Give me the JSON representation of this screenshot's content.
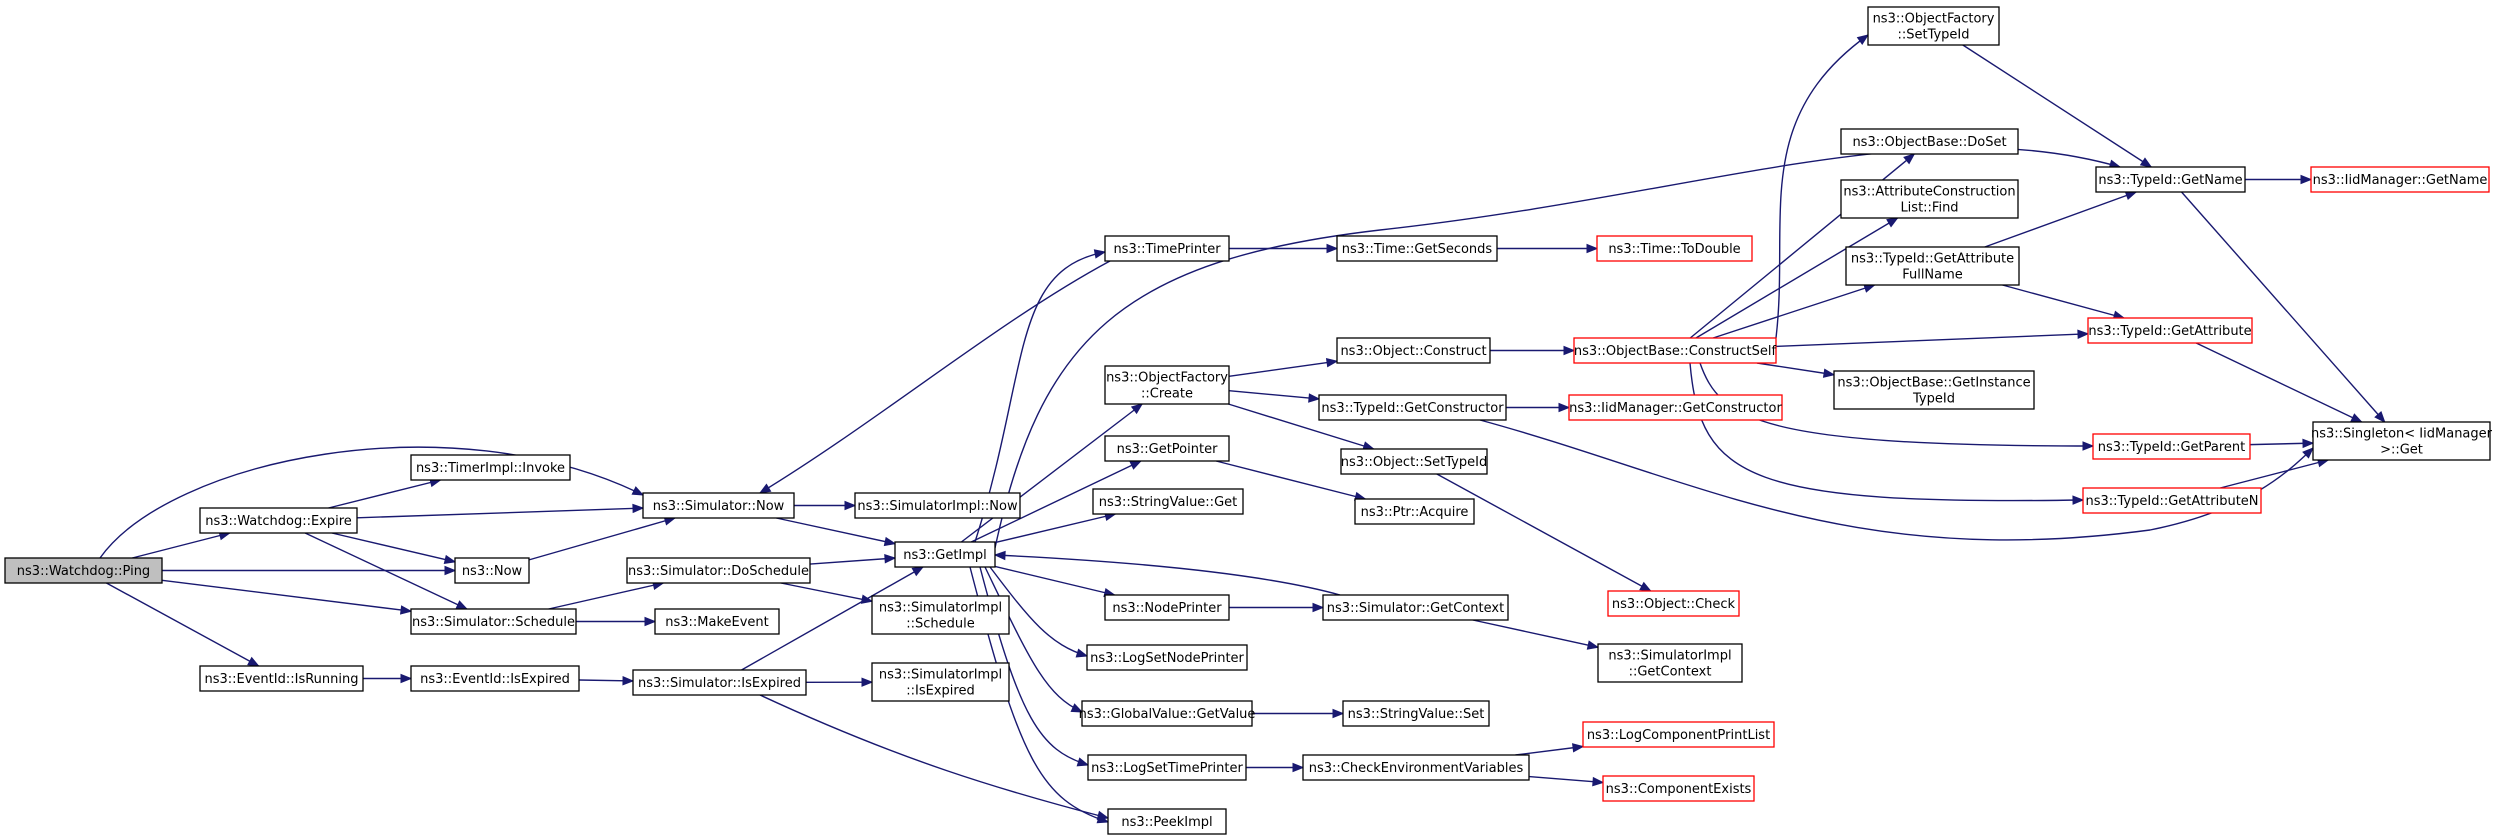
{
  "colors": {
    "edge": "#191970",
    "border": "#000000",
    "truncated_border": "#ff0000",
    "root_fill": "#bfbfbf",
    "fill": "#ffffff"
  },
  "nodes": [
    {
      "id": "ping",
      "lines": [
        "ns3::Watchdog::Ping"
      ],
      "root": true
    },
    {
      "id": "expire",
      "lines": [
        "ns3::Watchdog::Expire"
      ]
    },
    {
      "id": "isrunning",
      "lines": [
        "ns3::EventId::IsRunning"
      ]
    },
    {
      "id": "timerinvoke",
      "lines": [
        "ns3::TimerImpl::Invoke"
      ]
    },
    {
      "id": "now",
      "lines": [
        "ns3::Now"
      ]
    },
    {
      "id": "schedule",
      "lines": [
        "ns3::Simulator::Schedule"
      ]
    },
    {
      "id": "eidexpired",
      "lines": [
        "ns3::EventId::IsExpired"
      ]
    },
    {
      "id": "simnow",
      "lines": [
        "ns3::Simulator::Now"
      ]
    },
    {
      "id": "doschedule",
      "lines": [
        "ns3::Simulator::DoSchedule"
      ]
    },
    {
      "id": "makeevent",
      "lines": [
        "ns3::MakeEvent"
      ]
    },
    {
      "id": "simexpired",
      "lines": [
        "ns3::Simulator::IsExpired"
      ]
    },
    {
      "id": "implnow",
      "lines": [
        "ns3::SimulatorImpl::Now"
      ]
    },
    {
      "id": "getimpl",
      "lines": [
        "ns3::GetImpl"
      ]
    },
    {
      "id": "implschedule",
      "lines": [
        "ns3::SimulatorImpl",
        "::Schedule"
      ]
    },
    {
      "id": "implexpired",
      "lines": [
        "ns3::SimulatorImpl",
        "::IsExpired"
      ]
    },
    {
      "id": "timeprinter",
      "lines": [
        "ns3::TimePrinter"
      ]
    },
    {
      "id": "ofcreate",
      "lines": [
        "ns3::ObjectFactory",
        "::Create"
      ]
    },
    {
      "id": "getpointer",
      "lines": [
        "ns3::GetPointer"
      ]
    },
    {
      "id": "svget",
      "lines": [
        "ns3::StringValue::Get"
      ]
    },
    {
      "id": "nodeprinter",
      "lines": [
        "ns3::NodePrinter"
      ]
    },
    {
      "id": "logsetnp",
      "lines": [
        "ns3::LogSetNodePrinter"
      ]
    },
    {
      "id": "gvgetvalue",
      "lines": [
        "ns3::GlobalValue::GetValue"
      ]
    },
    {
      "id": "logsettp",
      "lines": [
        "ns3::LogSetTimePrinter"
      ]
    },
    {
      "id": "peekimpl",
      "lines": [
        "ns3::PeekImpl"
      ]
    },
    {
      "id": "getseconds",
      "lines": [
        "ns3::Time::GetSeconds"
      ]
    },
    {
      "id": "objconstruct",
      "lines": [
        "ns3::Object::Construct"
      ]
    },
    {
      "id": "tidgetctor",
      "lines": [
        "ns3::TypeId::GetConstructor"
      ]
    },
    {
      "id": "objsettid",
      "lines": [
        "ns3::Object::SetTypeId"
      ]
    },
    {
      "id": "ptracquire",
      "lines": [
        "ns3::Ptr::Acquire"
      ]
    },
    {
      "id": "simgetctx",
      "lines": [
        "ns3::Simulator::GetContext"
      ]
    },
    {
      "id": "svset",
      "lines": [
        "ns3::StringValue::Set"
      ]
    },
    {
      "id": "checkenv",
      "lines": [
        "ns3::CheckEnvironmentVariables"
      ]
    },
    {
      "id": "todouble",
      "lines": [
        "ns3::Time::ToDouble"
      ],
      "red": true
    },
    {
      "id": "constructself",
      "lines": [
        "ns3::ObjectBase::ConstructSelf"
      ],
      "red": true
    },
    {
      "id": "iidgetctor",
      "lines": [
        "ns3::IidManager::GetConstructor"
      ],
      "red": true
    },
    {
      "id": "objcheck",
      "lines": [
        "ns3::Object::Check"
      ],
      "red": true
    },
    {
      "id": "implgetctx",
      "lines": [
        "ns3::SimulatorImpl",
        "::GetContext"
      ]
    },
    {
      "id": "logcpl",
      "lines": [
        "ns3::LogComponentPrintList"
      ],
      "red": true
    },
    {
      "id": "compexists",
      "lines": [
        "ns3::ComponentExists"
      ],
      "red": true
    },
    {
      "id": "ofsettid",
      "lines": [
        "ns3::ObjectFactory",
        "::SetTypeId"
      ]
    },
    {
      "id": "obdoset",
      "lines": [
        "ns3::ObjectBase::DoSet"
      ]
    },
    {
      "id": "aclfind",
      "lines": [
        "ns3::AttributeConstruction",
        "List::Find"
      ]
    },
    {
      "id": "tidgafn",
      "lines": [
        "ns3::TypeId::GetAttribute",
        "FullName"
      ]
    },
    {
      "id": "obgetinst",
      "lines": [
        "ns3::ObjectBase::GetInstance",
        "TypeId"
      ]
    },
    {
      "id": "tidgetname",
      "lines": [
        "ns3::TypeId::GetName"
      ]
    },
    {
      "id": "tidgetattr",
      "lines": [
        "ns3::TypeId::GetAttribute"
      ],
      "red": true
    },
    {
      "id": "tidgetparent",
      "lines": [
        "ns3::TypeId::GetParent"
      ],
      "red": true
    },
    {
      "id": "tidgetattrn",
      "lines": [
        "ns3::TypeId::GetAttributeN"
      ],
      "red": true
    },
    {
      "id": "iidgetname",
      "lines": [
        "ns3::IidManager::GetName"
      ],
      "red": true
    },
    {
      "id": "singleton",
      "lines": [
        "ns3::Singleton< IidManager",
        ">::Get"
      ]
    }
  ],
  "edges": [
    [
      "ping",
      "simnow"
    ],
    [
      "ping",
      "expire"
    ],
    [
      "ping",
      "now"
    ],
    [
      "ping",
      "schedule"
    ],
    [
      "ping",
      "isrunning"
    ],
    [
      "expire",
      "timerinvoke"
    ],
    [
      "expire",
      "simnow"
    ],
    [
      "expire",
      "now"
    ],
    [
      "expire",
      "schedule"
    ],
    [
      "isrunning",
      "eidexpired"
    ],
    [
      "now",
      "simnow"
    ],
    [
      "schedule",
      "doschedule"
    ],
    [
      "schedule",
      "makeevent"
    ],
    [
      "eidexpired",
      "simexpired"
    ],
    [
      "simnow",
      "implnow"
    ],
    [
      "simnow",
      "getimpl"
    ],
    [
      "doschedule",
      "getimpl"
    ],
    [
      "doschedule",
      "implschedule"
    ],
    [
      "simexpired",
      "getimpl"
    ],
    [
      "simexpired",
      "implexpired"
    ],
    [
      "simexpired",
      "peekimpl"
    ],
    [
      "getimpl",
      "timeprinter"
    ],
    [
      "getimpl",
      "ofcreate"
    ],
    [
      "getimpl",
      "getpointer"
    ],
    [
      "getimpl",
      "svget"
    ],
    [
      "getimpl",
      "nodeprinter"
    ],
    [
      "getimpl",
      "logsetnp"
    ],
    [
      "getimpl",
      "gvgetvalue"
    ],
    [
      "getimpl",
      "logsettp"
    ],
    [
      "getimpl",
      "peekimpl"
    ],
    [
      "getimpl",
      "tidgetname"
    ],
    [
      "timeprinter",
      "simnow"
    ],
    [
      "timeprinter",
      "getseconds"
    ],
    [
      "getseconds",
      "todouble"
    ],
    [
      "ofcreate",
      "objconstruct"
    ],
    [
      "ofcreate",
      "tidgetctor"
    ],
    [
      "ofcreate",
      "objsettid"
    ],
    [
      "getpointer",
      "ptracquire"
    ],
    [
      "nodeprinter",
      "simgetctx"
    ],
    [
      "simgetctx",
      "getimpl"
    ],
    [
      "simgetctx",
      "implgetctx"
    ],
    [
      "gvgetvalue",
      "svset"
    ],
    [
      "logsettp",
      "checkenv"
    ],
    [
      "checkenv",
      "logcpl"
    ],
    [
      "checkenv",
      "compexists"
    ],
    [
      "objconstruct",
      "constructself"
    ],
    [
      "tidgetctor",
      "iidgetctor"
    ],
    [
      "tidgetctor",
      "singleton"
    ],
    [
      "objsettid",
      "objcheck"
    ],
    [
      "constructself",
      "ofsettid"
    ],
    [
      "constructself",
      "obdoset"
    ],
    [
      "constructself",
      "aclfind"
    ],
    [
      "constructself",
      "tidgafn"
    ],
    [
      "constructself",
      "obgetinst"
    ],
    [
      "constructself",
      "tidgetattr"
    ],
    [
      "constructself",
      "tidgetparent"
    ],
    [
      "constructself",
      "tidgetattrn"
    ],
    [
      "ofsettid",
      "tidgetname"
    ],
    [
      "tidgafn",
      "tidgetname"
    ],
    [
      "tidgafn",
      "tidgetattr"
    ],
    [
      "tidgetname",
      "iidgetname"
    ],
    [
      "tidgetname",
      "singleton"
    ],
    [
      "tidgetattr",
      "singleton"
    ],
    [
      "tidgetparent",
      "singleton"
    ],
    [
      "tidgetattrn",
      "singleton"
    ]
  ]
}
